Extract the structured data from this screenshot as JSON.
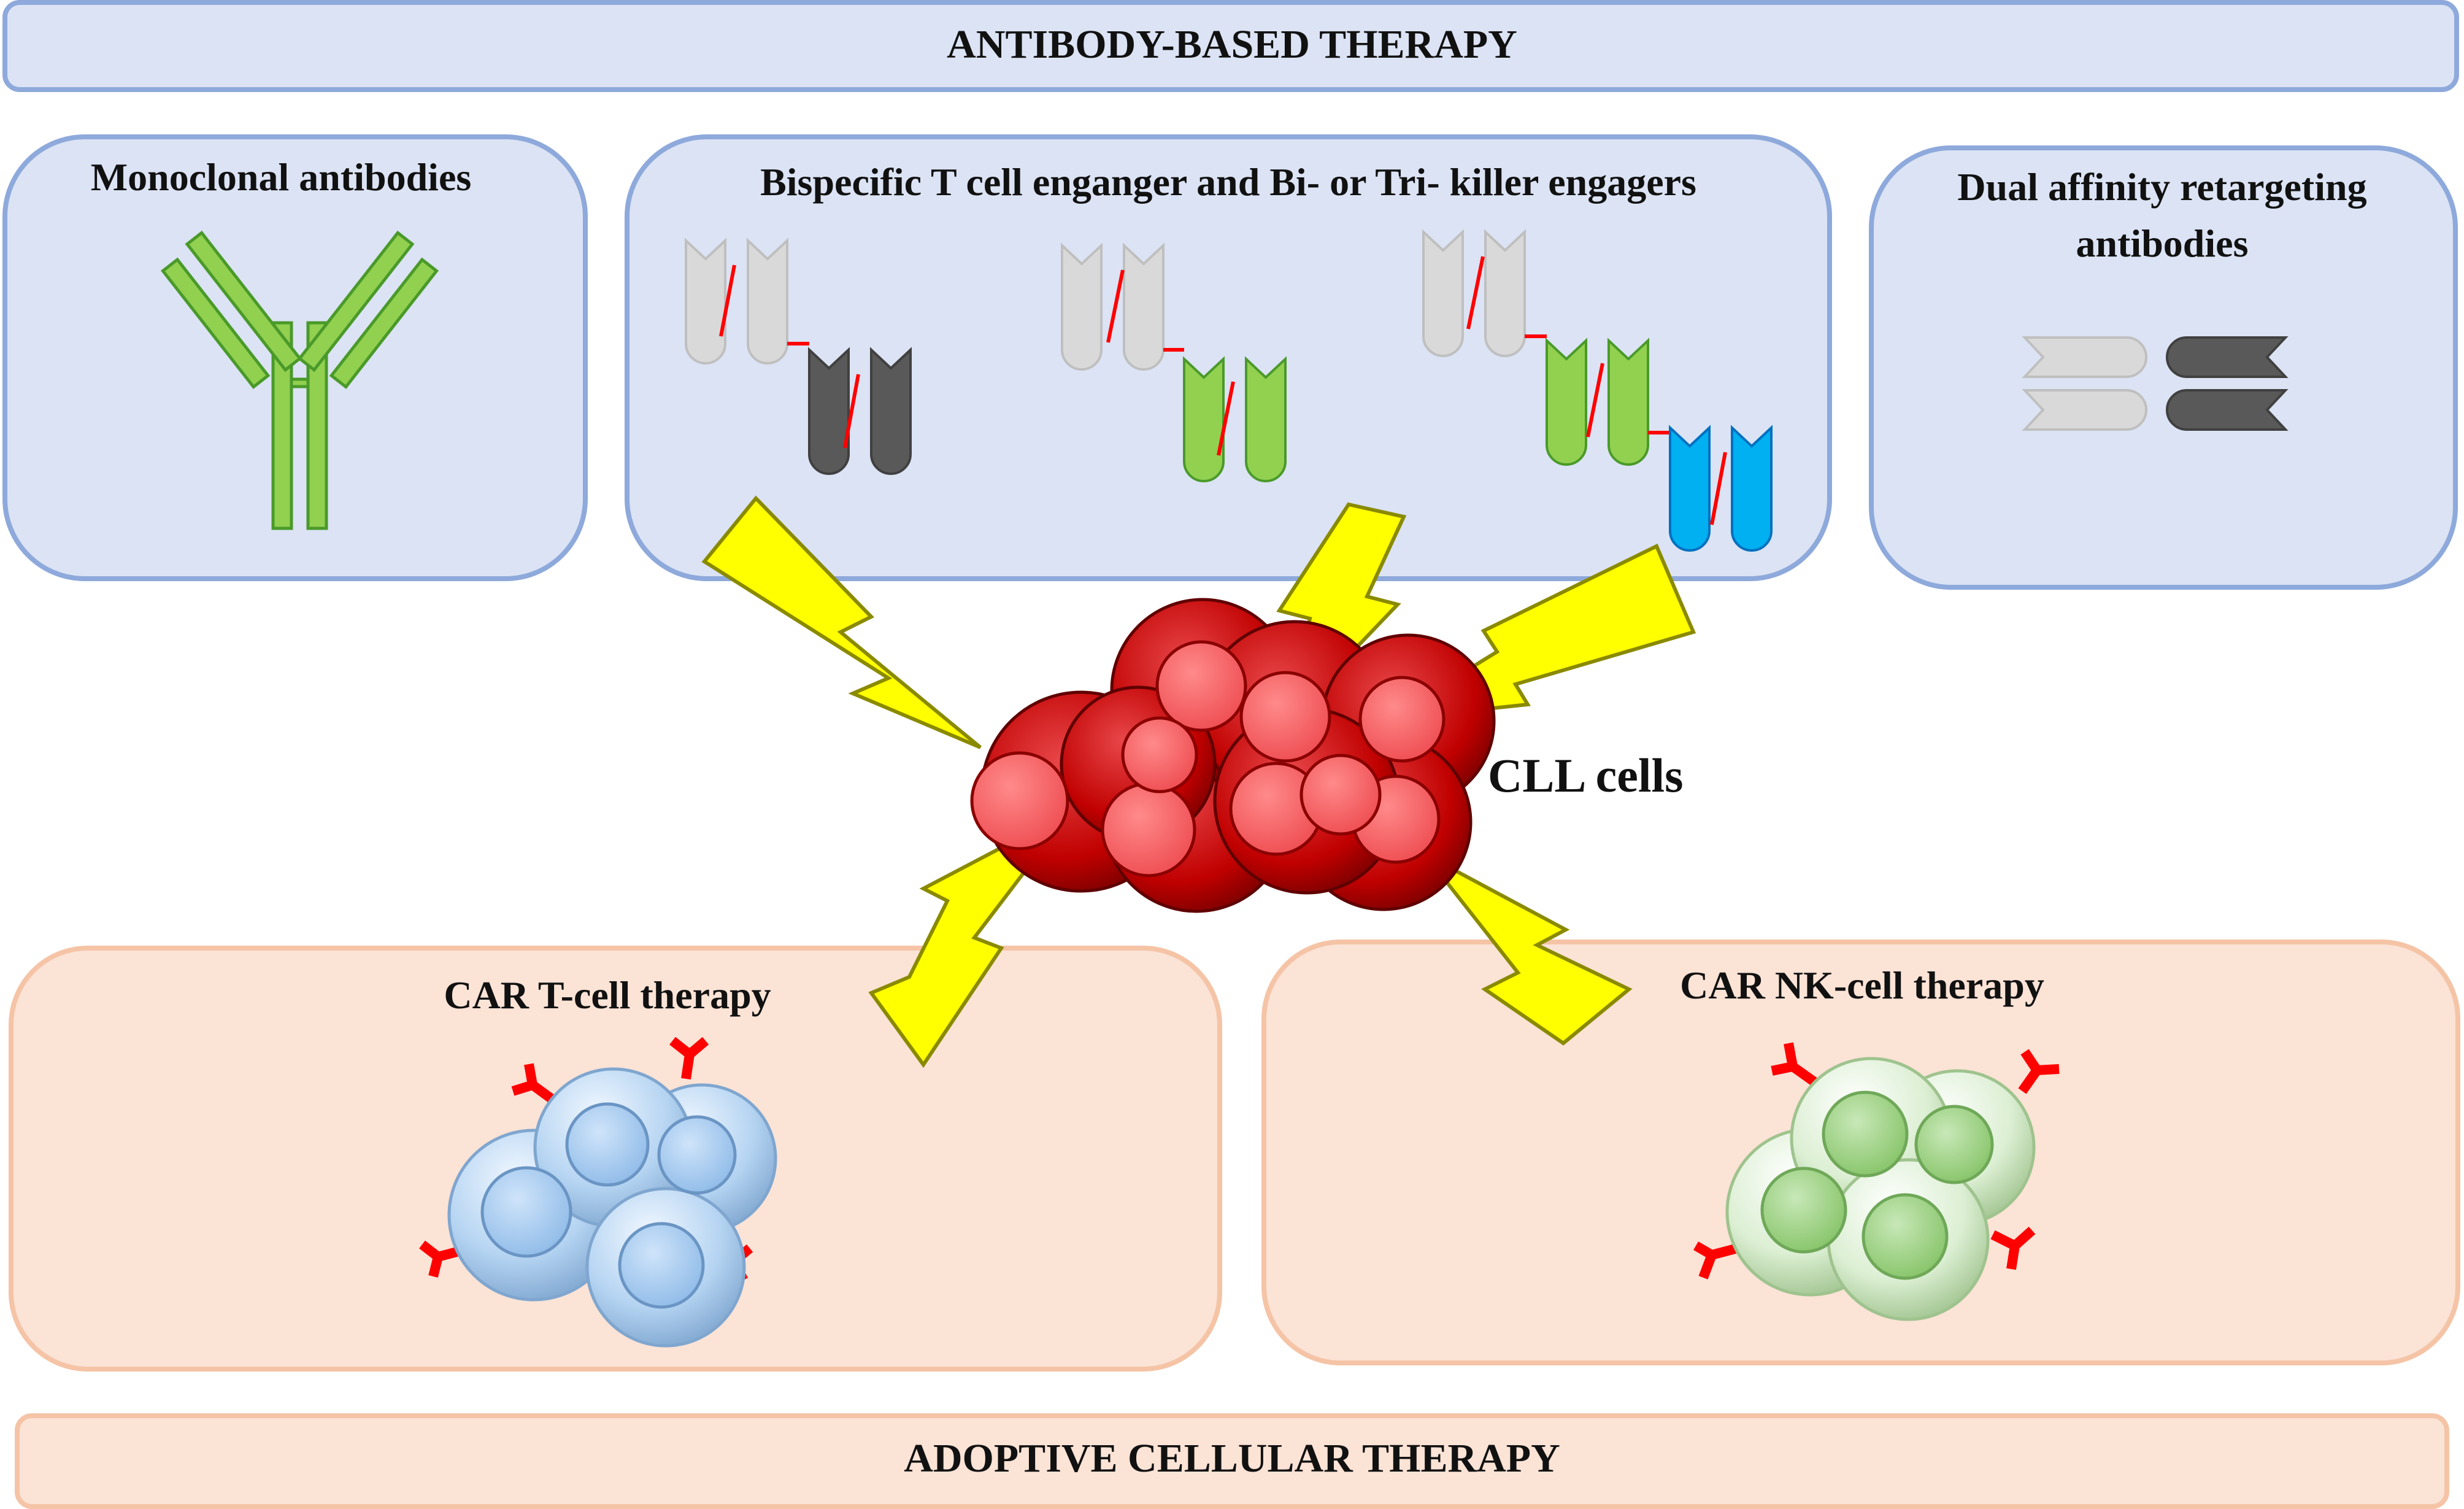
{
  "header": {
    "title": "ANTIBODY-BASED THERAPY"
  },
  "footer": {
    "title": "ADOPTIVE CELLULAR THERAPY"
  },
  "panels": {
    "monoclonal": {
      "title": "Monoclonal antibodies"
    },
    "bispecific": {
      "title": "Bispecific T cell enganger and Bi- or Tri- killer engagers"
    },
    "dart": {
      "title_line1": "Dual affinity retargeting",
      "title_line2": "antibodies"
    },
    "car_t": {
      "title": "CAR T-cell therapy"
    },
    "car_nk": {
      "title": "CAR NK-cell therapy"
    }
  },
  "center": {
    "label": "CLL cells"
  },
  "colors": {
    "antibody_box_fill": "#dbe3f4",
    "antibody_box_stroke": "#8ea9db",
    "cellular_box_fill": "#fbe3d6",
    "cellular_box_stroke": "#f5c4a6",
    "antibody_green": "#92d050",
    "fragment_gray": "#d9d9d9",
    "fragment_dark": "#595959",
    "fragment_blue": "#00b0f0",
    "linker_red": "#ff0000",
    "bolt_yellow": "#ffff00",
    "cll_red": "#c00000",
    "car_t_blue": "#a9cdf0",
    "car_nk_green": "#b7dfa0"
  },
  "icons": [
    "y-antibody-icon",
    "lightning-bolt-icon",
    "cell-cluster-icon",
    "car-receptor-icon"
  ]
}
